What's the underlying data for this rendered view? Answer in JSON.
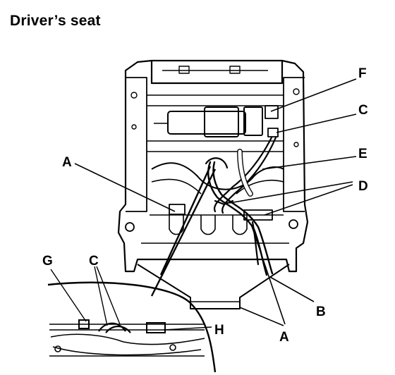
{
  "title": "Driver’s seat",
  "callouts": {
    "A_left": "A",
    "A_bottom": "A",
    "B": "B",
    "C_right": "C",
    "C_inset": "C",
    "D": "D",
    "E": "E",
    "F": "F",
    "G": "G",
    "H": "H"
  },
  "colors": {
    "ink": "#000000",
    "paper": "#ffffff"
  }
}
